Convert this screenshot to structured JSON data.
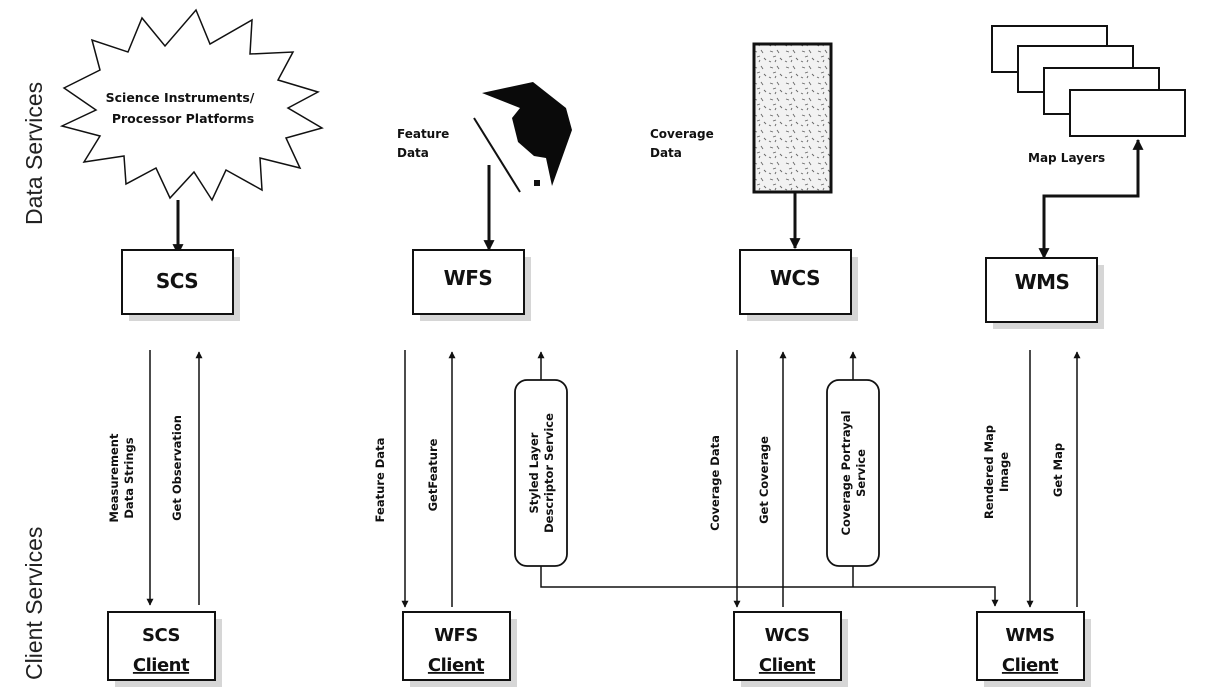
{
  "side_labels": {
    "data_services": "Data Services",
    "client_services": "Client Services"
  },
  "sources": {
    "science_line1": "Science Instruments/",
    "science_line2": "Processor Platforms",
    "feature_line1": "Feature",
    "feature_line2": "Data",
    "coverage_line1": "Coverage",
    "coverage_line2": "Data",
    "map_layers": "Map Layers"
  },
  "services": {
    "scs": "SCS",
    "wfs": "WFS",
    "wcs": "WCS",
    "wms": "WMS"
  },
  "clients": {
    "scs_top": "SCS",
    "scs_bottom": "Client",
    "wfs_top": "WFS",
    "wfs_bottom": "Client",
    "wcs_top": "WCS",
    "wcs_bottom": "Client",
    "wms_top": "WMS",
    "wms_bottom": "Client"
  },
  "arrow_labels": {
    "measurement_line1": "Measurement",
    "measurement_line2": "Data Strings",
    "get_observation": "Get Observation",
    "feature_data": "Feature Data",
    "get_feature": "GetFeature",
    "coverage_data": "Coverage Data",
    "get_coverage": "Get Coverage",
    "rendered_line1": "Rendered Map",
    "rendered_line2": "Image",
    "get_map": "Get Map"
  },
  "portrayal_services": {
    "sld_line1": "Styled Layer",
    "sld_line2": "Descriptor Service",
    "cps_line1": "Coverage Portrayal",
    "cps_line2": "Service"
  }
}
